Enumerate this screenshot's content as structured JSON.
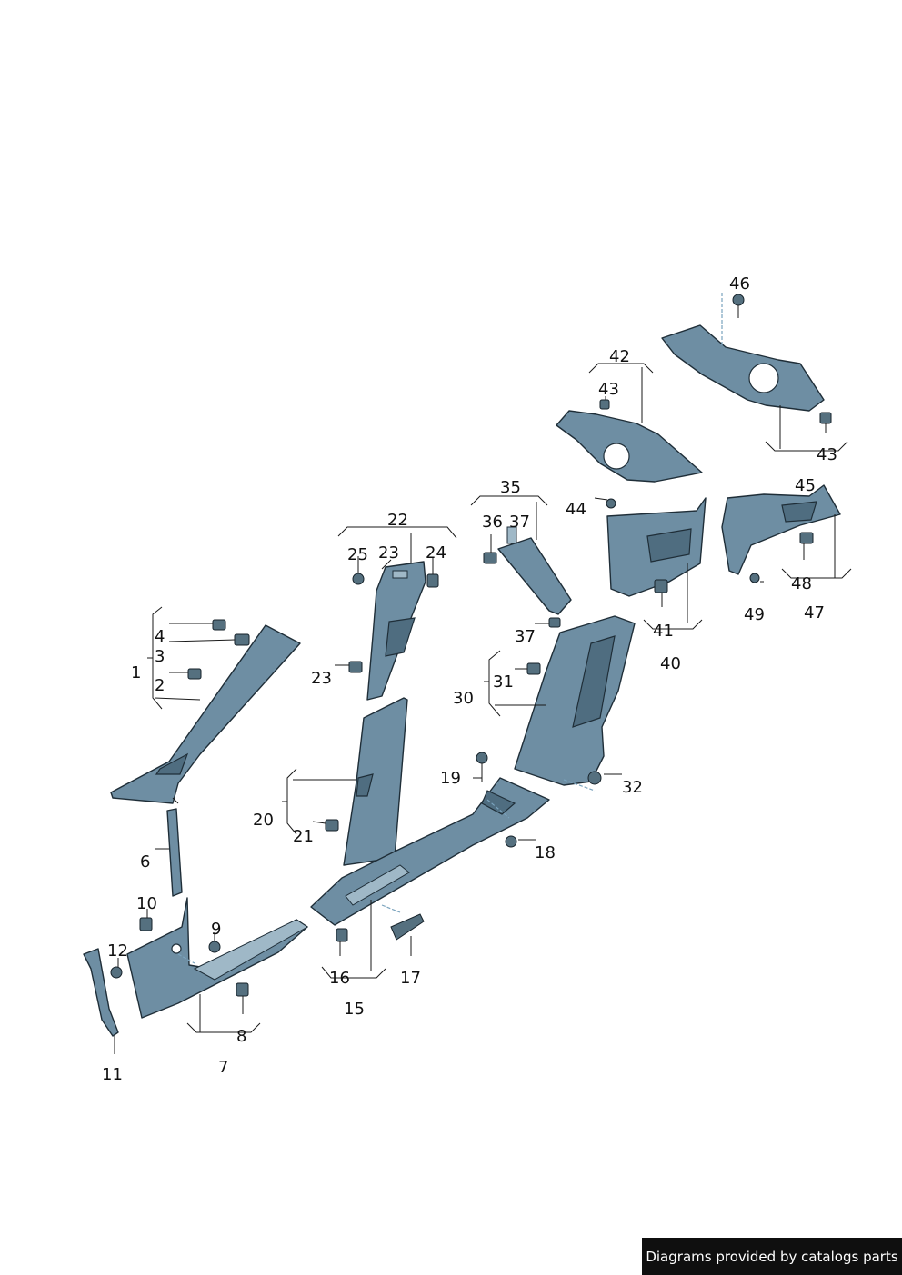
{
  "callouts": {
    "c1": "1",
    "c2": "2",
    "c3": "3",
    "c4": "4",
    "c6": "6",
    "c7": "7",
    "c8": "8",
    "c9": "9",
    "c10": "10",
    "c11": "11",
    "c12": "12",
    "c15": "15",
    "c16": "16",
    "c17": "17",
    "c18": "18",
    "c19": "19",
    "c20": "20",
    "c21": "21",
    "c22": "22",
    "c23a": "23",
    "c23b": "23",
    "c24": "24",
    "c25": "25",
    "c30": "30",
    "c31": "31",
    "c32": "32",
    "c35": "35",
    "c36": "36",
    "c37a": "37",
    "c37b": "37",
    "c40": "40",
    "c41": "41",
    "c42": "42",
    "c43a": "43",
    "c43b": "43",
    "c44": "44",
    "c45": "45",
    "c46": "46",
    "c47": "47",
    "c48": "48",
    "c49": "49"
  },
  "footer": {
    "credit": "Diagrams provided by catalogs parts"
  },
  "colors": {
    "part": "#6e8ea3",
    "outline": "#1f2e38",
    "leader_blue": "#7aa3bd"
  }
}
